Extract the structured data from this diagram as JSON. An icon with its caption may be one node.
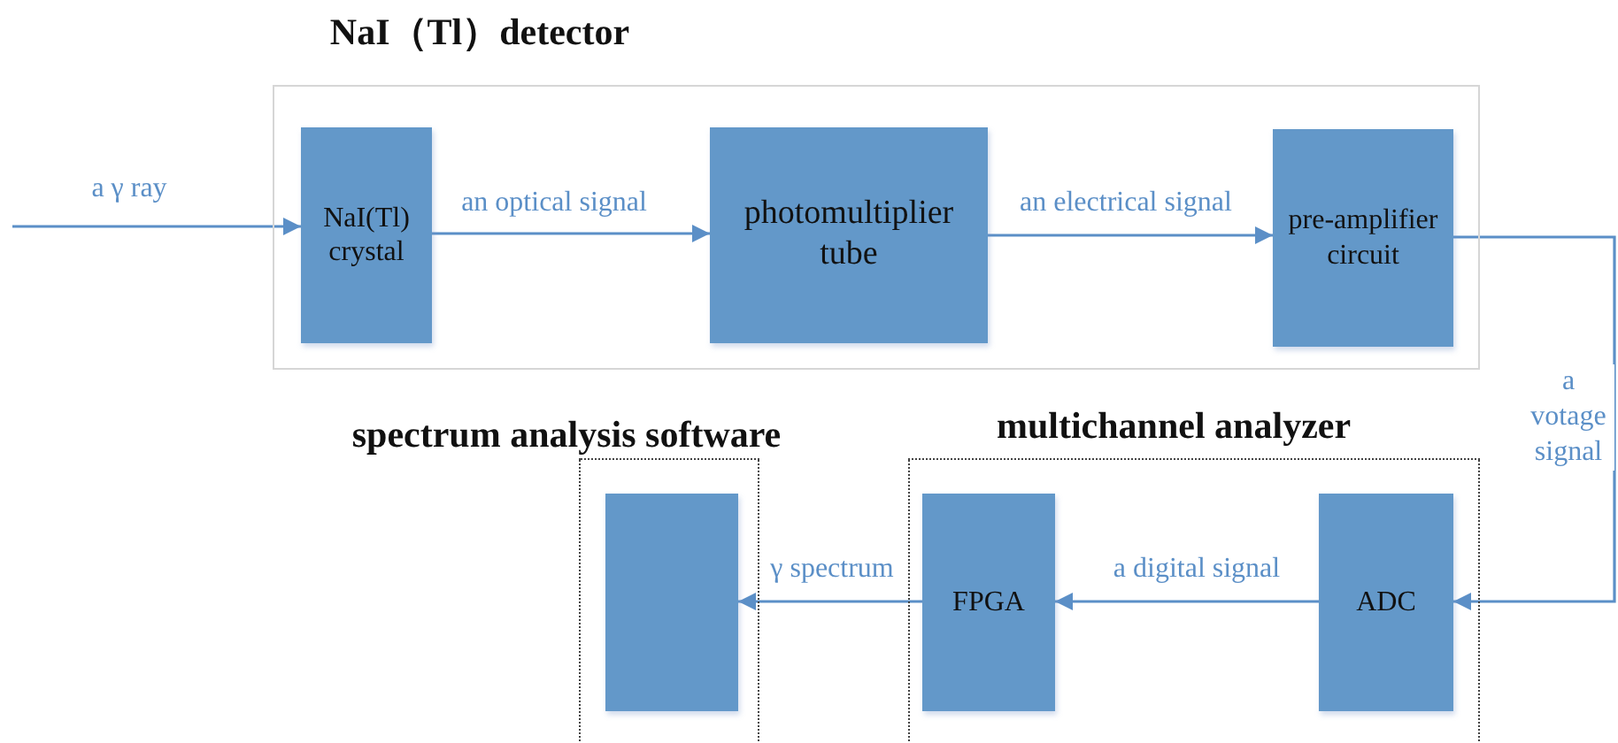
{
  "diagram": {
    "nodes": [
      {
        "text": [
          "NaI（Tl）detector"
        ]
      },
      {
        "text": [
          "NaI(Tl) crystal"
        ],
        "in": 0
      },
      {
        "text": [
          "photomultiplier tube"
        ],
        "in": 0
      },
      {
        "text": [
          "pre-amplifier circuit"
        ],
        "in": 0
      },
      {
        "text": [
          "spectrum analysis software"
        ]
      },
      {
        "text": [],
        "shape": "box",
        "in": 4
      },
      {
        "text": [
          "multichannel analyzer"
        ]
      },
      {
        "text": [
          "FPGA"
        ],
        "in": 6
      },
      {
        "text": [
          "ADC"
        ],
        "in": 6
      }
    ],
    "edges": [
      {
        "from": null,
        "to": 1,
        "arrow": "to",
        "label": "a γ ray"
      },
      {
        "from": 1,
        "to": 2,
        "arrow": "to",
        "label": "an optical signal"
      },
      {
        "from": 2,
        "to": 3,
        "arrow": "to",
        "label": "an electrical signal"
      },
      {
        "from": 3,
        "to": 8,
        "arrow": "to",
        "label": "a votage signal"
      },
      {
        "from": 8,
        "to": 7,
        "arrow": "to",
        "label": "a digital signal"
      },
      {
        "from": 7,
        "to": 5,
        "arrow": "to",
        "label": "γ spectrum"
      }
    ]
  }
}
